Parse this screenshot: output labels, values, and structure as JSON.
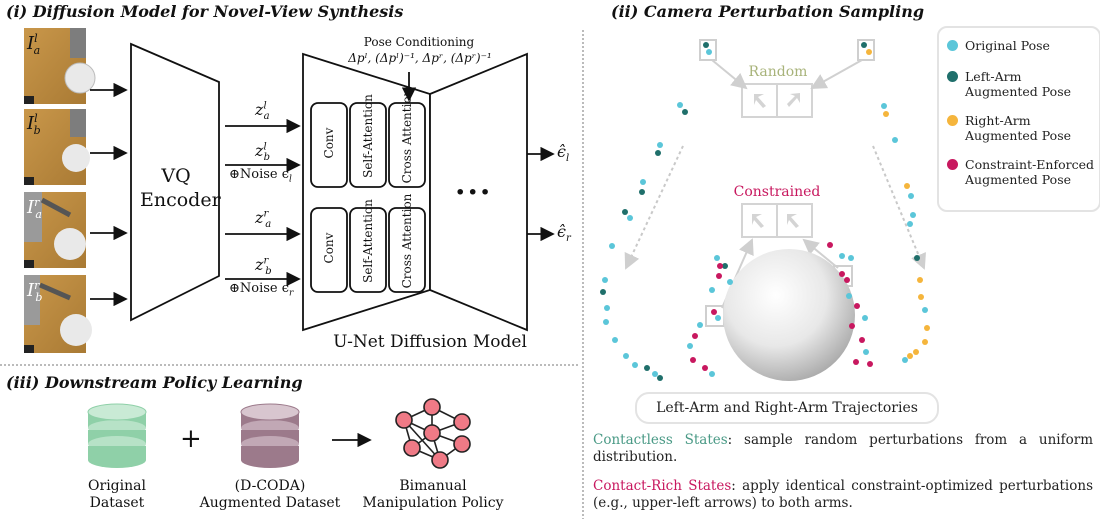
{
  "section_i": {
    "title": "(i) Diffusion Model for Novel-View Synthesis",
    "images": [
      {
        "label_base": "I",
        "label_sup": "l",
        "label_sub": "a"
      },
      {
        "label_base": "I",
        "label_sup": "l",
        "label_sub": "b"
      },
      {
        "label_base": "I",
        "label_sup": "r",
        "label_sub": "a"
      },
      {
        "label_base": "I",
        "label_sup": "r",
        "label_sub": "b"
      }
    ],
    "encoder_line1": "VQ",
    "encoder_line2": "Encoder",
    "latents": [
      {
        "base": "z",
        "sup": "l",
        "sub": "a"
      },
      {
        "base": "z",
        "sup": "l",
        "sub": "b"
      },
      {
        "base": "z",
        "sup": "r",
        "sub": "a"
      },
      {
        "base": "z",
        "sup": "r",
        "sub": "b"
      }
    ],
    "noise_left": "⊕Noise ϵ",
    "noise_left_sub": "l",
    "noise_right": "⊕Noise ϵ",
    "noise_right_sub": "r",
    "pose_conditioning_title": "Pose Conditioning",
    "pose_conditioning_formula": "Δpˡ, (Δpˡ)⁻¹, Δpʳ, (Δpʳ)⁻¹",
    "blocks": [
      "Conv",
      "Self-Attention",
      "Cross Attention"
    ],
    "ellipsis": "···",
    "outputs": [
      {
        "base": "ϵ̂",
        "sub": "l"
      },
      {
        "base": "ϵ̂",
        "sub": "r"
      }
    ],
    "unet_label": "U-Net Diffusion Model"
  },
  "section_ii": {
    "title": "(ii) Camera Perturbation Sampling",
    "random_label": "Random",
    "constrained_label": "Constrained",
    "trajectory_label": "Left-Arm and Right-Arm Trajectories",
    "legend": [
      {
        "label": "Original Pose",
        "color": "#5bc6d9"
      },
      {
        "label": "Left-Arm Augmented Pose",
        "color": "#1f6f6b"
      },
      {
        "label": "Right-Arm Augmented Pose",
        "color": "#f5b53c"
      },
      {
        "label": "Constraint-Enforced Augmented Pose",
        "color": "#c8185f"
      }
    ],
    "contactless_head": "Contactless States",
    "contactless_body": ": sample random perturbations from a uniform distribution.",
    "contact_head": "Contact-Rich States",
    "contact_body": ": apply identical constraint-optimized perturbations (e.g., upper-left arrows) to both arms."
  },
  "section_iii": {
    "title": "(iii) Downstream Policy Learning",
    "plus": "+",
    "original_line1": "Original",
    "original_line2": "Dataset",
    "augmented_line1": "(D-CODA)",
    "augmented_line2": "Augmented Dataset",
    "policy_line1": "Bimanual",
    "policy_line2": "Manipulation Policy"
  },
  "colors": {
    "teal_light": "#5bc6d9",
    "teal_dark": "#1f6f6b",
    "orange": "#f5b53c",
    "magenta": "#c8185f",
    "db_green": "#8fd0a8",
    "db_purple": "#9c7a8b",
    "node_pink": "#ef7a86"
  }
}
